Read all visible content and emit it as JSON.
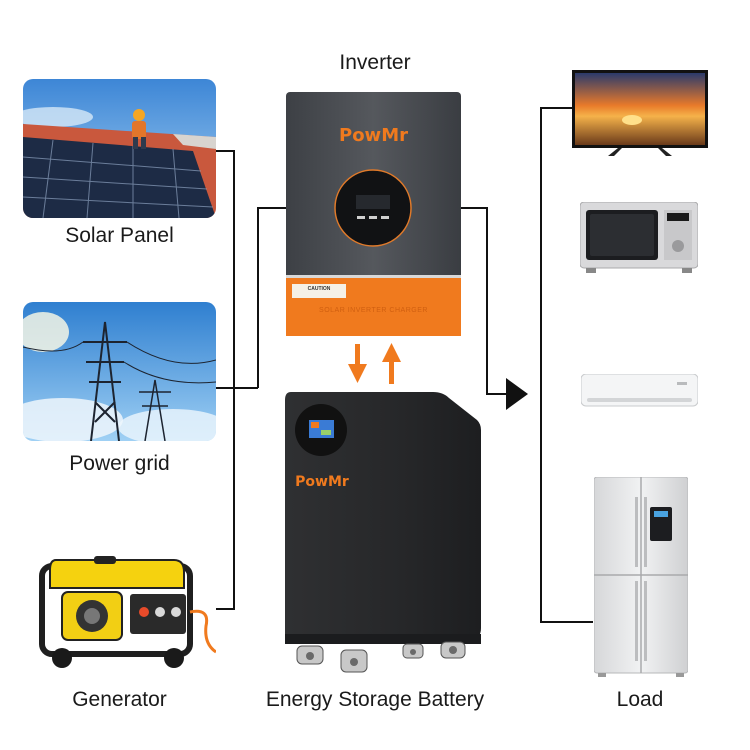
{
  "labels": {
    "inverter": "Inverter",
    "solar_panel": "Solar Panel",
    "power_grid": "Power grid",
    "generator": "Generator",
    "battery": "Energy Storage Battery",
    "load": "Load"
  },
  "inverter": {
    "brand": "PowMr",
    "caution": "CAUTION",
    "band_text": "SOLAR INVERTER CHARGER"
  },
  "battery": {
    "brand": "PowMr"
  },
  "colors": {
    "accent_orange": "#f07a1e",
    "inverter_body": "#4a4d52",
    "battery_body": "#2b2c2e",
    "wire": "#111111"
  },
  "load_items": [
    "tv-icon",
    "microwave-icon",
    "air-conditioner-icon",
    "refrigerator-icon"
  ]
}
